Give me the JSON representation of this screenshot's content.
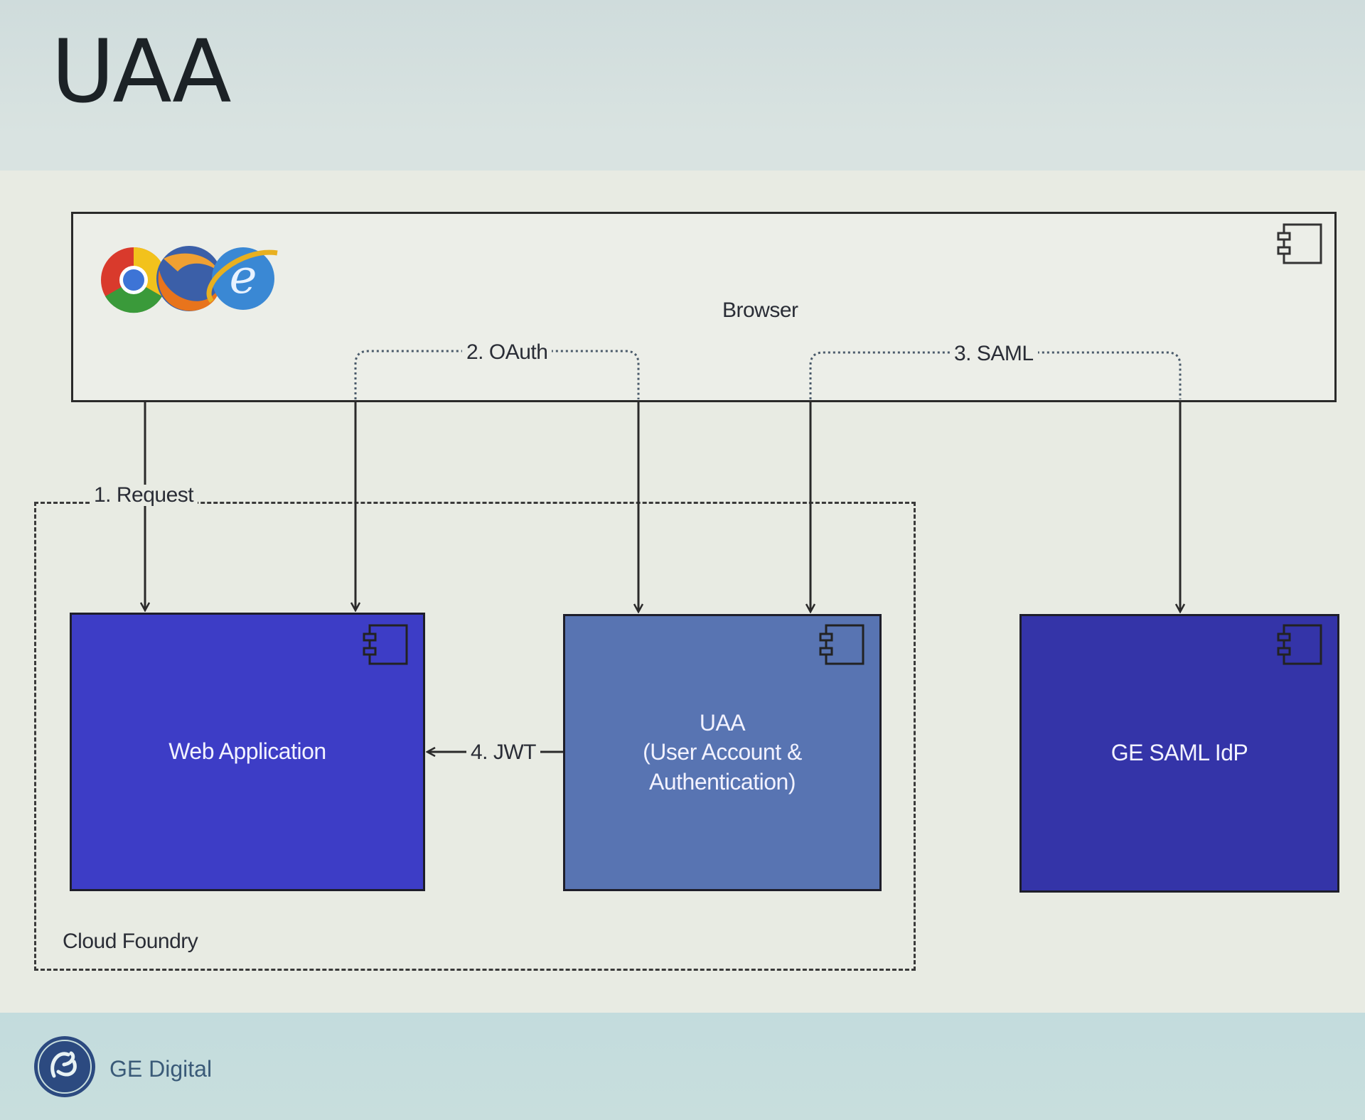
{
  "slide": {
    "title": "UAA"
  },
  "nodes": {
    "browser": {
      "label": "Browser"
    },
    "web_application": {
      "label": "Web Application",
      "color": "#3d3dc6"
    },
    "uaa": {
      "line1": "UAA",
      "line2": "(User Account &",
      "line3": "Authentication)",
      "color": "#5874b2"
    },
    "ge_saml_idp": {
      "label": "GE SAML IdP",
      "color": "#3434a8"
    }
  },
  "groups": {
    "cloud_foundry": {
      "label": "Cloud Foundry"
    }
  },
  "edges": [
    {
      "id": "request",
      "label": "1. Request",
      "from": "browser",
      "to": "web_application",
      "style": "solid"
    },
    {
      "id": "oauth",
      "label": "2. OAuth",
      "from": "web_application",
      "to": "uaa",
      "via": "browser",
      "style": "dotted"
    },
    {
      "id": "saml",
      "label": "3. SAML",
      "from": "uaa",
      "to": "ge_saml_idp",
      "via": "browser",
      "style": "dotted"
    },
    {
      "id": "jwt",
      "label": "4. JWT",
      "from": "uaa",
      "to": "web_application",
      "style": "solid"
    }
  ],
  "icons": {
    "component": "uml-component-icon",
    "browser_logos": [
      "chrome-logo-icon",
      "firefox-logo-icon",
      "internet-explorer-logo-icon"
    ],
    "brand": "ge-monogram-logo"
  },
  "footer": {
    "brand": "GE Digital",
    "brand_color": "#3a5a78"
  }
}
